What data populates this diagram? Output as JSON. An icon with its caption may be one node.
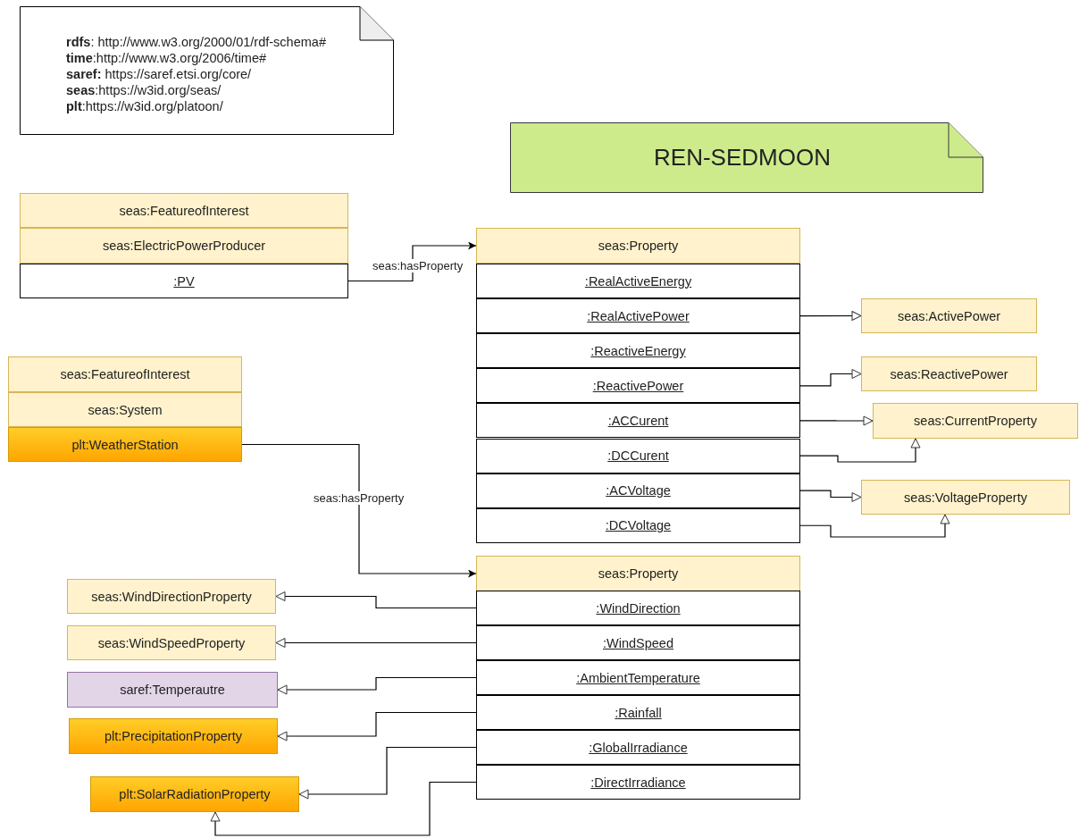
{
  "diagram": {
    "nodes": [
      {
        "text": [
          "**rdfs**: http://www.w3.org/2000/01/rdf-schema#",
          "**time**:http://www.w3.org/2006/time#",
          "**saref:** https://saref.etsi.org/core/",
          "**seas**:https://w3id.org/seas/",
          "**plt**:https://w3id.org/platoon/"
        ]
      },
      {
        "text": [
          "REN-SEDMOON"
        ]
      },
      {
        "text": [
          "seas:FeatureofInterest"
        ]
      },
      {
        "text": [
          "seas:ElectricPowerProducer"
        ]
      },
      {
        "text": [
          ":PV"
        ]
      },
      {
        "text": [
          "seas:Property"
        ]
      },
      {
        "text": [
          ":RealActiveEnergy"
        ]
      },
      {
        "text": [
          ":RealActivePower"
        ]
      },
      {
        "text": [
          ":ReactiveEnergy"
        ]
      },
      {
        "text": [
          ":ReactivePower"
        ]
      },
      {
        "text": [
          ":ACCurent"
        ]
      },
      {
        "text": [
          ":DCCurent"
        ]
      },
      {
        "text": [
          ":ACVoltage"
        ]
      },
      {
        "text": [
          ":DCVoltage"
        ]
      },
      {
        "text": [
          "seas:ActivePower"
        ]
      },
      {
        "text": [
          "seas:ReactivePower"
        ]
      },
      {
        "text": [
          "seas:CurrentProperty"
        ]
      },
      {
        "text": [
          "seas:VoltageProperty"
        ]
      },
      {
        "text": [
          "seas:FeatureofInterest"
        ]
      },
      {
        "text": [
          "seas:System"
        ]
      },
      {
        "text": [
          "plt:WeatherStation"
        ]
      },
      {
        "text": [
          "seas:Property"
        ]
      },
      {
        "text": [
          ":WindDirection"
        ]
      },
      {
        "text": [
          ":WindSpeed"
        ]
      },
      {
        "text": [
          ":AmbientTemperature"
        ]
      },
      {
        "text": [
          ":Rainfall"
        ]
      },
      {
        "text": [
          ":GlobalIrradiance"
        ]
      },
      {
        "text": [
          ":DirectIrradiance"
        ]
      },
      {
        "text": [
          "seas:WindDirectionProperty"
        ]
      },
      {
        "text": [
          "seas:WindSpeedProperty"
        ]
      },
      {
        "text": [
          "saref:Temperautre"
        ]
      },
      {
        "text": [
          "plt:PrecipitationProperty"
        ]
      },
      {
        "text": [
          "plt:SolarRadiationProperty"
        ]
      }
    ],
    "edges": [
      {
        "from": 4,
        "to": 5,
        "arrow": "to",
        "label": "seas:hasProperty"
      },
      {
        "from": 7,
        "to": 14,
        "arrow": "to"
      },
      {
        "from": 9,
        "to": 15,
        "arrow": "to"
      },
      {
        "from": 10,
        "to": 16,
        "arrow": "to"
      },
      {
        "from": 11,
        "to": 16,
        "arrow": "to"
      },
      {
        "from": 12,
        "to": 17,
        "arrow": "to"
      },
      {
        "from": 13,
        "to": 17,
        "arrow": "to"
      },
      {
        "from": 20,
        "to": 21,
        "arrow": "to",
        "label": "seas:hasProperty"
      },
      {
        "from": 22,
        "to": 28,
        "arrow": "to"
      },
      {
        "from": 23,
        "to": 29,
        "arrow": "to"
      },
      {
        "from": 24,
        "to": 30,
        "arrow": "to"
      },
      {
        "from": 25,
        "to": 31,
        "arrow": "to"
      },
      {
        "from": 26,
        "to": 32,
        "arrow": "to"
      },
      {
        "from": 27,
        "to": 32,
        "arrow": "to"
      }
    ]
  }
}
